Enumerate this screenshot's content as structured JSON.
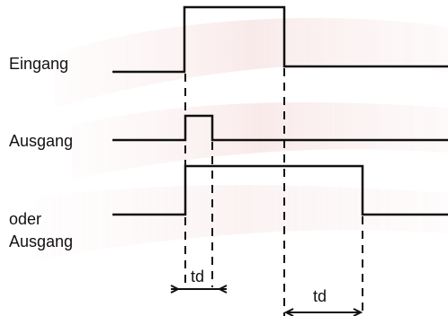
{
  "signals": {
    "input_label": "Eingang",
    "output_label": "Ausgang",
    "alt_output_label_line1": "oder",
    "alt_output_label_line2": "Ausgang"
  },
  "timing": {
    "td_pulse_label": "td",
    "td_off_delay_label": "td"
  },
  "colors": {
    "line": "#111111",
    "watermark": "#f3d6d6"
  }
}
